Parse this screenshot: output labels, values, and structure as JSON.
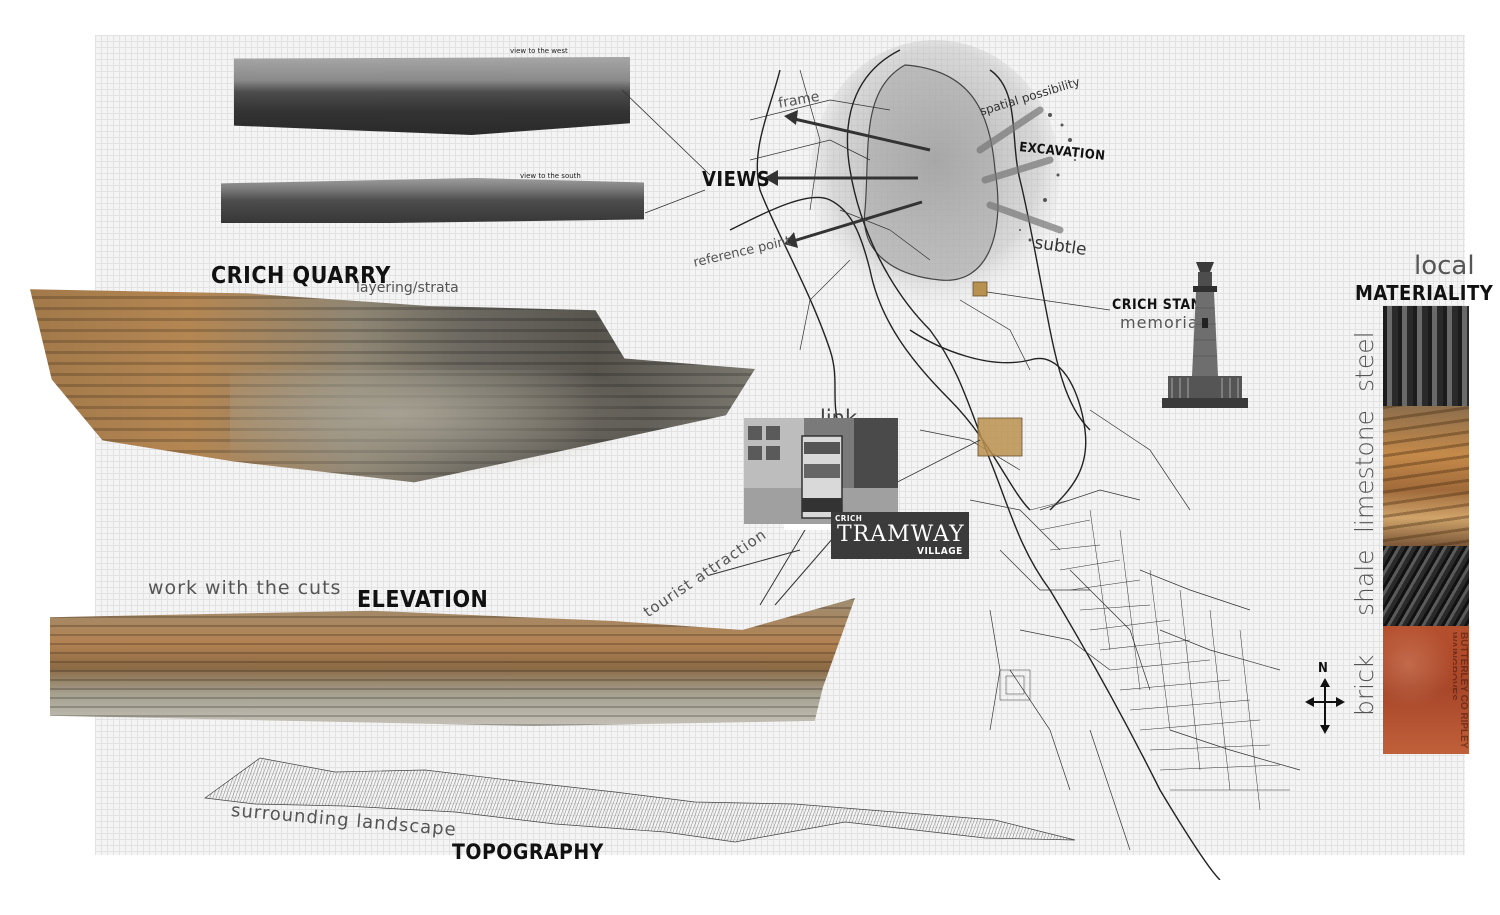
{
  "views": {
    "west_caption": "view to the west",
    "south_caption": "view to the south",
    "heading": "VIEWS",
    "frame": "frame",
    "reference_point": "reference point"
  },
  "site": {
    "spatial_possibility": "spatial possibility",
    "excavation": "EXCAVATION",
    "subtle": "subtle"
  },
  "quarry": {
    "title": "CRICH QUARRY",
    "subtitle": "layering/strata"
  },
  "stand": {
    "title": "CRICH STAND",
    "subtitle": "memorial"
  },
  "tramway": {
    "link": "link",
    "tourist": "tourist attraction",
    "logo_top": "CRICH",
    "logo_main": "TRAMWAY",
    "logo_bottom": "VILLAGE"
  },
  "elevation": {
    "lead": "work with the cuts",
    "title": "ELEVATION"
  },
  "topography": {
    "lead": "surrounding landscape",
    "title": "TOPOGRAPHY"
  },
  "materiality": {
    "lead": "local",
    "title": "MATERIALITY",
    "items": [
      "steel",
      "limestone",
      "shale",
      "brick"
    ],
    "brick_stamp": "BUTTERLEY CO RIPLEY WAINGROVES"
  },
  "north_label": "N",
  "colors": {
    "rock_ochre": "#b07a3e",
    "rock_grey": "#8e8a82",
    "site_marker": "#b8904f",
    "brick": "#b5502e"
  }
}
